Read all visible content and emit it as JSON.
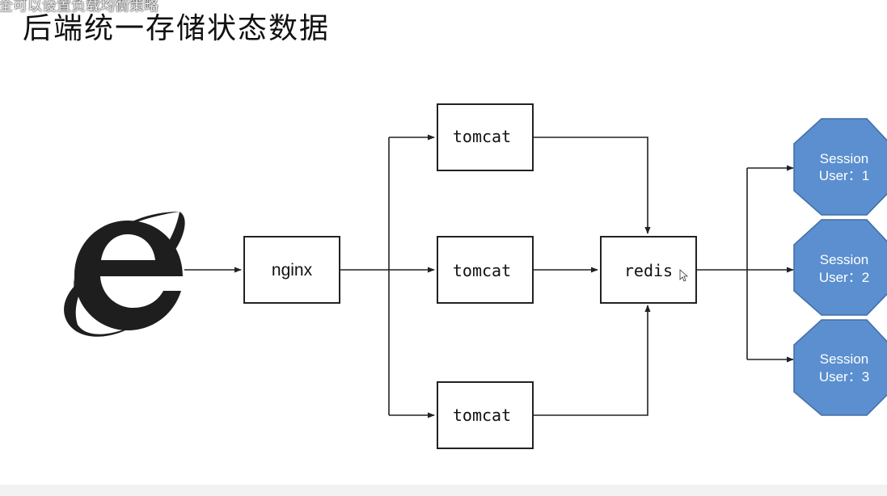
{
  "caption": "全可以设置负载均衡策略",
  "title": "后端统一存储状态数据",
  "client_icon": "internet-explorer-icon",
  "nodes": {
    "nginx": "nginx",
    "tomcat": [
      "tomcat",
      "tomcat",
      "tomcat"
    ],
    "redis": "redis"
  },
  "sessions": [
    {
      "line1": "Session",
      "line2": "User：1"
    },
    {
      "line1": "Session",
      "line2": "User：2"
    },
    {
      "line1": "Session",
      "line2": "User：3"
    }
  ],
  "colors": {
    "session_fill": "#5b8fcf",
    "session_text": "#ffffff",
    "ie_logo": "#1e1e1e",
    "line": "#222222"
  }
}
